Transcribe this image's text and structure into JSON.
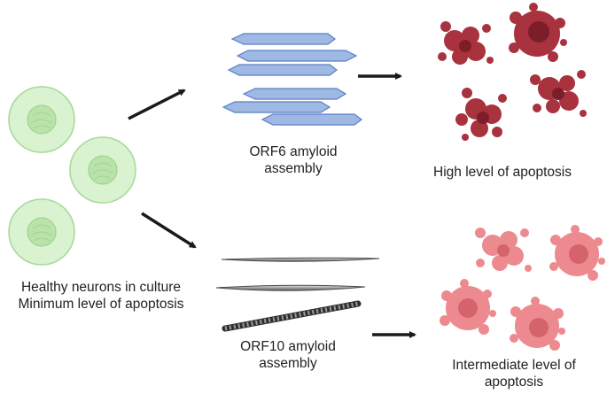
{
  "labels": {
    "neurons_line1": "Healthy neurons in culture",
    "neurons_line2": "Minimum level of apoptosis",
    "orf6_line1": "ORF6 amyloid",
    "orf6_line2": "assembly",
    "high_apoptosis": "High level of apoptosis",
    "orf10_line1": "ORF10 amyloid",
    "orf10_line2": "assembly",
    "intermediate_line1": "Intermediate level of",
    "intermediate_line2": "apoptosis"
  },
  "colors": {
    "neuron_fill": "#d9f2cf",
    "neuron_stroke": "#a8d89a",
    "orf6_fiber_fill": "#9fb8e4",
    "orf6_fiber_stroke": "#5b7fc4",
    "orf10_fiber_fill": "#b5b5b5",
    "orf10_fiber_dark": "#3a3a3a",
    "high_apoptotic_cell": "#a8323d",
    "high_apoptotic_dark": "#7c1e28",
    "intermediate_apoptotic_cell": "#ec8a8f",
    "intermediate_apoptotic_dark": "#d4636b",
    "arrow": "#1a1a1a"
  }
}
